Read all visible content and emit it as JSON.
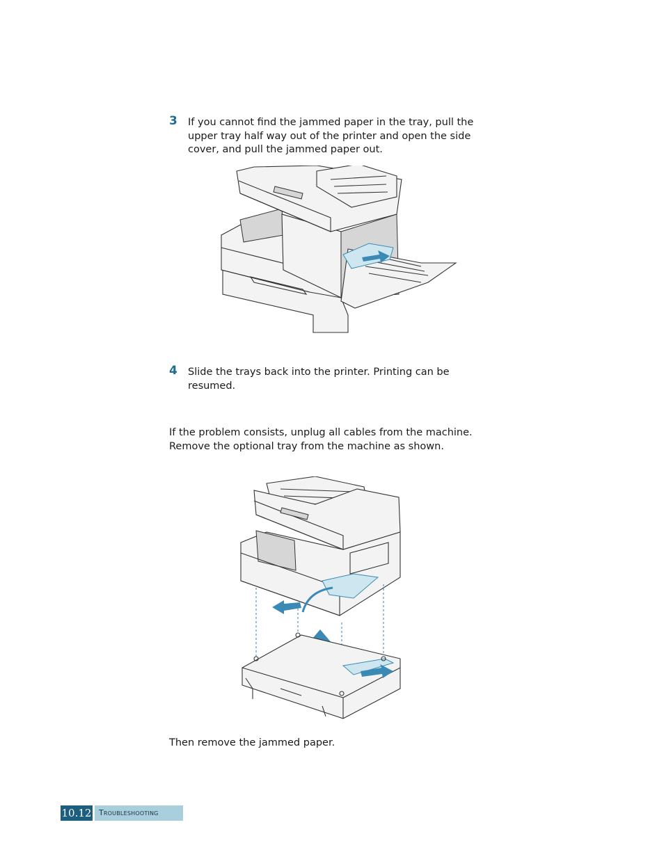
{
  "steps": [
    {
      "number": "3",
      "text": "If you cannot find the jammed paper in the tray, pull the upper tray half way out of the printer and open the side cover, and pull the jammed paper out."
    },
    {
      "number": "4",
      "text": "Slide the trays back into the printer. Printing can be resumed."
    }
  ],
  "paragraphs": {
    "optional_tray": "If the problem consists, unplug all cables from the machine. Remove the optional tray from the machine as shown.",
    "remove_paper": "Then remove the jammed paper."
  },
  "footer": {
    "page_number": "10.12",
    "section_title": "Troubleshooting"
  },
  "colors": {
    "accent": "#1f6e8c",
    "footer_dark": "#1b5e7d",
    "footer_light": "#a9cfdc",
    "arrow": "#3a8ab5"
  }
}
